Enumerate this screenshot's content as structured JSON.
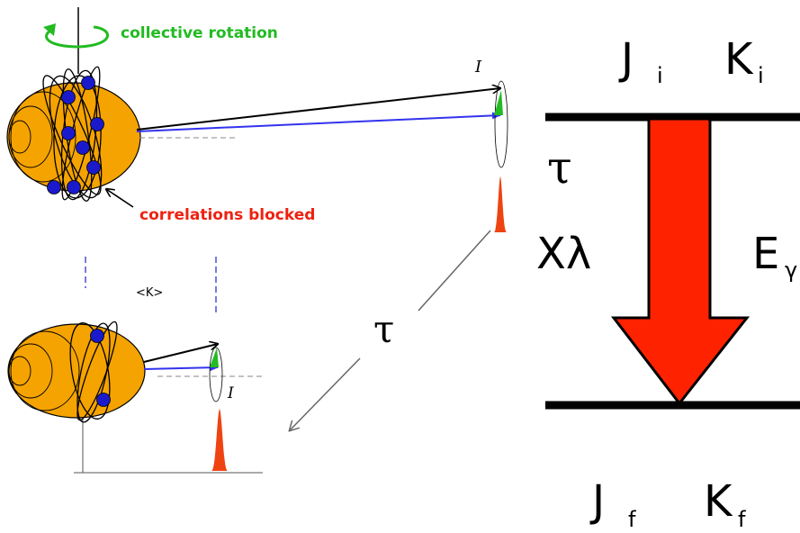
{
  "top_nucleus": {
    "rotation_label": "collective rotation",
    "blocked_label": "correlations blocked",
    "angmom_label": "I"
  },
  "bottom_nucleus": {
    "k_label": "<K>",
    "angmom_label": "I"
  },
  "decay_arrow": {
    "lifetime_label": "τ"
  },
  "level_scheme": {
    "initial": {
      "J": "J",
      "J_sub": "i",
      "K": "K",
      "K_sub": "i"
    },
    "final": {
      "J": "J",
      "J_sub": "f",
      "K": "K",
      "K_sub": "f"
    },
    "lifetime": "τ",
    "multipolarity": "Xλ",
    "energy": "E",
    "energy_sub": "γ"
  },
  "colors": {
    "nucleus_fill": "#f5a300",
    "nucleon": "#1a1acc",
    "green": "#22bb22",
    "red": "#ee2211"
  }
}
